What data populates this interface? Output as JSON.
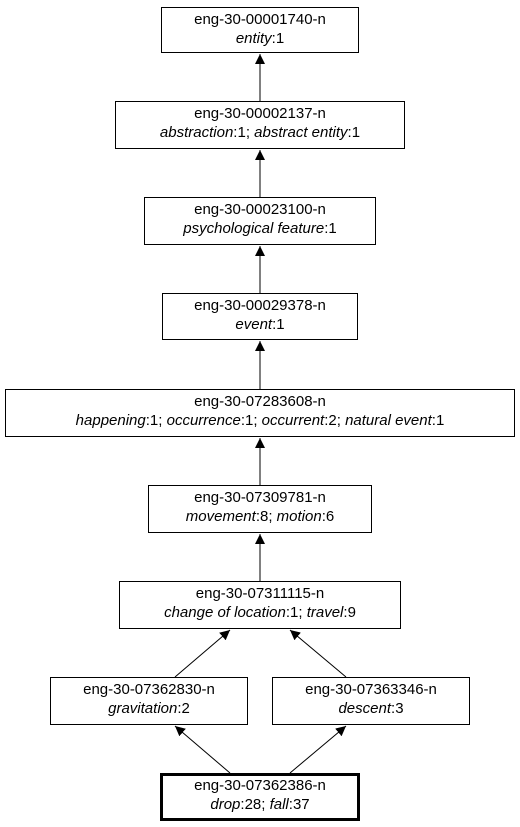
{
  "nodes": [
    {
      "id": "n1",
      "synset_id": "eng-30-00001740-n",
      "words": [
        {
          "lemma": "entity",
          "sense": "1"
        }
      ]
    },
    {
      "id": "n2",
      "synset_id": "eng-30-00002137-n",
      "words": [
        {
          "lemma": "abstraction",
          "sense": "1"
        },
        {
          "lemma": "abstract entity",
          "sense": "1"
        }
      ]
    },
    {
      "id": "n3",
      "synset_id": "eng-30-00023100-n",
      "words": [
        {
          "lemma": "psychological feature",
          "sense": "1"
        }
      ]
    },
    {
      "id": "n4",
      "synset_id": "eng-30-00029378-n",
      "words": [
        {
          "lemma": "event",
          "sense": "1"
        }
      ]
    },
    {
      "id": "n5",
      "synset_id": "eng-30-07283608-n",
      "words": [
        {
          "lemma": "happening",
          "sense": "1"
        },
        {
          "lemma": "occurrence",
          "sense": "1"
        },
        {
          "lemma": "occurrent",
          "sense": "2"
        },
        {
          "lemma": "natural event",
          "sense": "1"
        }
      ]
    },
    {
      "id": "n6",
      "synset_id": "eng-30-07309781-n",
      "words": [
        {
          "lemma": "movement",
          "sense": "8"
        },
        {
          "lemma": "motion",
          "sense": "6"
        }
      ]
    },
    {
      "id": "n7",
      "synset_id": "eng-30-07311115-n",
      "words": [
        {
          "lemma": "change of location",
          "sense": "1"
        },
        {
          "lemma": "travel",
          "sense": "9"
        }
      ]
    },
    {
      "id": "n8",
      "synset_id": "eng-30-07362830-n",
      "words": [
        {
          "lemma": "gravitation",
          "sense": "2"
        }
      ]
    },
    {
      "id": "n9",
      "synset_id": "eng-30-07363346-n",
      "words": [
        {
          "lemma": "descent",
          "sense": "3"
        }
      ]
    },
    {
      "id": "n10",
      "synset_id": "eng-30-07362386-n",
      "words": [
        {
          "lemma": "drop",
          "sense": "28"
        },
        {
          "lemma": "fall",
          "sense": "37"
        }
      ],
      "highlighted": true
    }
  ],
  "edges": [
    {
      "from": "n2",
      "to": "n1"
    },
    {
      "from": "n3",
      "to": "n2"
    },
    {
      "from": "n4",
      "to": "n3"
    },
    {
      "from": "n5",
      "to": "n4"
    },
    {
      "from": "n6",
      "to": "n5"
    },
    {
      "from": "n7",
      "to": "n6"
    },
    {
      "from": "n8",
      "to": "n7"
    },
    {
      "from": "n9",
      "to": "n7"
    },
    {
      "from": "n10",
      "to": "n8"
    },
    {
      "from": "n10",
      "to": "n9"
    }
  ],
  "colors": {
    "stroke": "#000000",
    "background": "#ffffff"
  }
}
